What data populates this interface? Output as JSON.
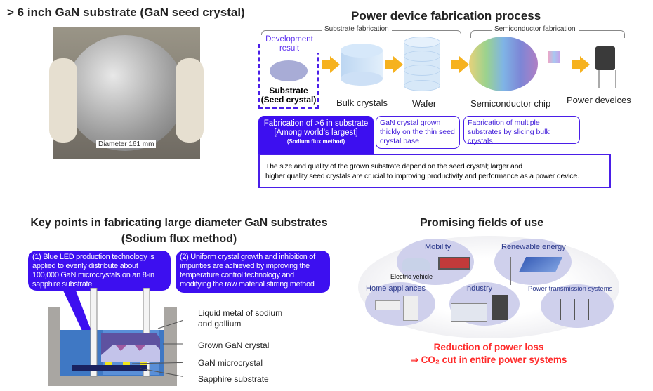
{
  "left_top": {
    "title": "> 6 inch GaN substrate (GaN seed crystal)",
    "diameter_label": "Diameter 161 mm"
  },
  "process": {
    "title": "Power device fabrication process",
    "group_substrate": "Substrate fabrication",
    "group_semiconductor": "Semiconductor fabrication",
    "development_result": "Development result",
    "substrate_label": "Substrate",
    "seed_label": "(Seed crystal)",
    "steps": [
      "Bulk crystals",
      "Wafer",
      "Semiconductor chip",
      "Power deveices"
    ],
    "highlight_line1": "Fabrication of >6 in substrate",
    "highlight_line2": "[Among world’s largest]",
    "highlight_line3": "(Sodium flux method)",
    "callout_bulk": "GaN crystal grown thickly on the thin seed crystal base",
    "callout_wafer": "Fabrication of multiple substrates by slicing bulk crystals",
    "note_line1": "The size and quality of the grown substrate depend on the seed crystal; larger and",
    "note_line2": "higher quality seed crystals are crucial to improving productivity and performance as a power device."
  },
  "keypoints": {
    "title_line1": "Key points in fabricating large diameter GaN substrates",
    "title_line2": "(Sodium flux method)",
    "point1": "(1) Blue LED production technology is applied to evenly distribute about 100,000 GaN microcrystals on an 8-in sapphire substrate",
    "point2": "(2) Uniform crystal growth and inhibition of impurities are achieved by improving the temperature control technology and modifying the raw material stirring method",
    "labels": [
      "Liquid metal of sodium",
      "and gallium",
      "Grown GaN crystal",
      "GaN microcrystal",
      "Sapphire substrate"
    ]
  },
  "fields": {
    "title": "Promising fields of use",
    "items": [
      "Mobility",
      "Electric vehicle",
      "Renewable energy",
      "Home appliances",
      "Industry",
      "Power transmission systems"
    ],
    "result_line1": "Reduction of power loss",
    "result_line2": "⇒ CO₂ cut in entire power systems",
    "accent": "#ff2a2a"
  }
}
